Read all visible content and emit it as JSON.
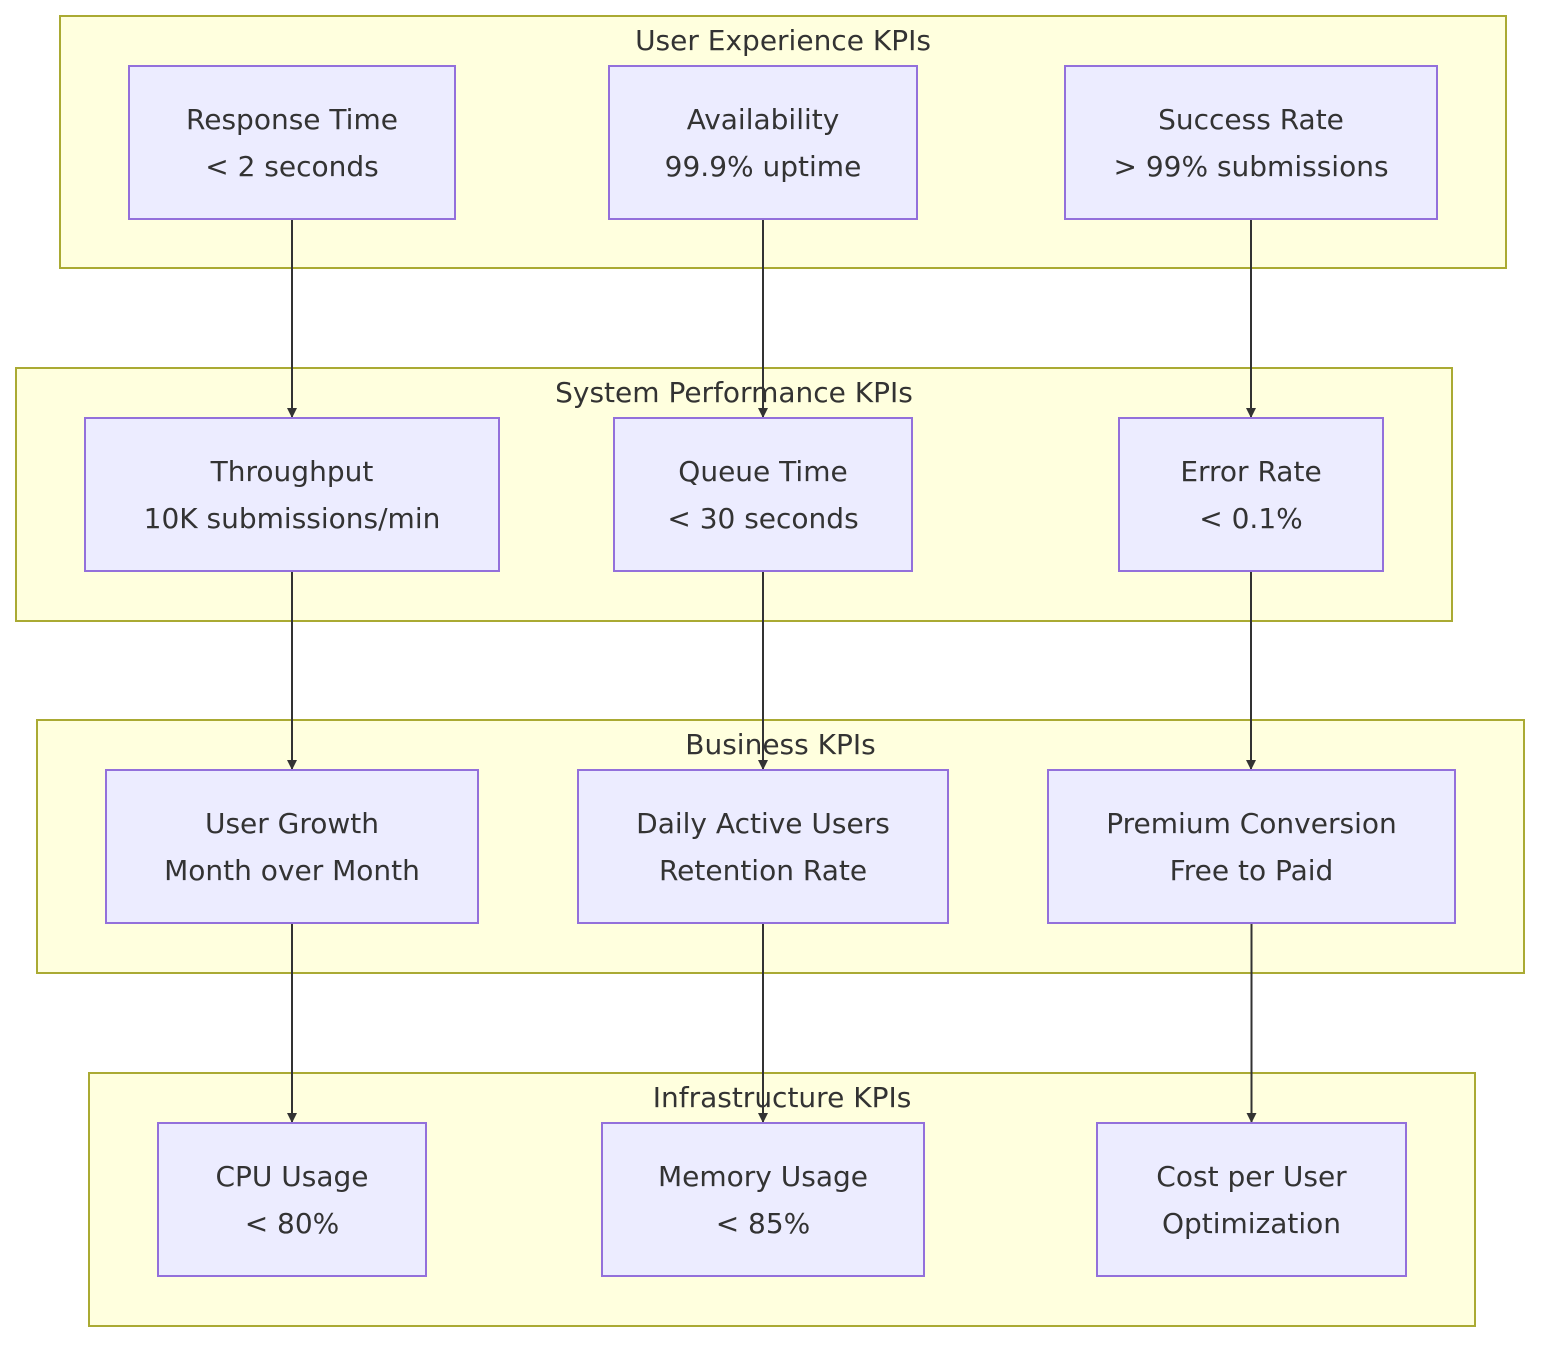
{
  "clusters": [
    {
      "title": "User Experience KPIs"
    },
    {
      "title": "System Performance KPIs"
    },
    {
      "title": "Business KPIs"
    },
    {
      "title": "Infrastructure KPIs"
    }
  ],
  "nodes": {
    "response_time": {
      "line1": "Response Time",
      "line2": "< 2 seconds"
    },
    "availability": {
      "line1": "Availability",
      "line2": "99.9% uptime"
    },
    "success_rate": {
      "line1": "Success Rate",
      "line2": "> 99% submissions"
    },
    "throughput": {
      "line1": "Throughput",
      "line2": "10K submissions/min"
    },
    "queue_time": {
      "line1": "Queue Time",
      "line2": "< 30 seconds"
    },
    "error_rate": {
      "line1": "Error Rate",
      "line2": "< 0.1%"
    },
    "user_growth": {
      "line1": "User Growth",
      "line2": "Month over Month"
    },
    "daily_active_users": {
      "line1": "Daily Active Users",
      "line2": "Retention Rate"
    },
    "premium_conversion": {
      "line1": "Premium Conversion",
      "line2": "Free to Paid"
    },
    "cpu_usage": {
      "line1": "CPU Usage",
      "line2": "< 80%"
    },
    "memory_usage": {
      "line1": "Memory Usage",
      "line2": "< 85%"
    },
    "cost_per_user": {
      "line1": "Cost per User",
      "line2": "Optimization"
    }
  },
  "edges": [
    {
      "from": "response_time",
      "to": "throughput"
    },
    {
      "from": "availability",
      "to": "queue_time"
    },
    {
      "from": "success_rate",
      "to": "error_rate"
    },
    {
      "from": "throughput",
      "to": "user_growth"
    },
    {
      "from": "queue_time",
      "to": "daily_active_users"
    },
    {
      "from": "error_rate",
      "to": "premium_conversion"
    },
    {
      "from": "user_growth",
      "to": "cpu_usage"
    },
    {
      "from": "daily_active_users",
      "to": "memory_usage"
    },
    {
      "from": "premium_conversion",
      "to": "cost_per_user"
    }
  ],
  "colors": {
    "cluster_fill": "#ffffde",
    "cluster_border": "#aaaa33",
    "node_fill": "#ececff",
    "node_border": "#9370db",
    "edge": "#333333"
  }
}
